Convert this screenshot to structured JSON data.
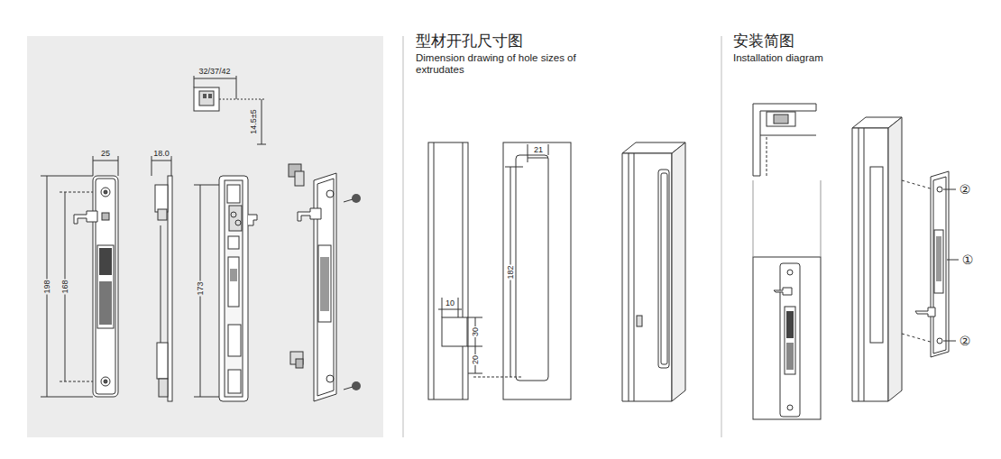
{
  "diagram": {
    "labels": [
      "32/37/42",
      "14.5±5",
      "25",
      "18.0",
      "198",
      "168",
      "173",
      "型材开孔尺寸图",
      "Dimension drawing of hole sizes of extrudates",
      "21",
      "182",
      "10",
      "30",
      "20",
      "安装简图",
      "Installation diagram",
      "②",
      "①",
      "②"
    ]
  }
}
